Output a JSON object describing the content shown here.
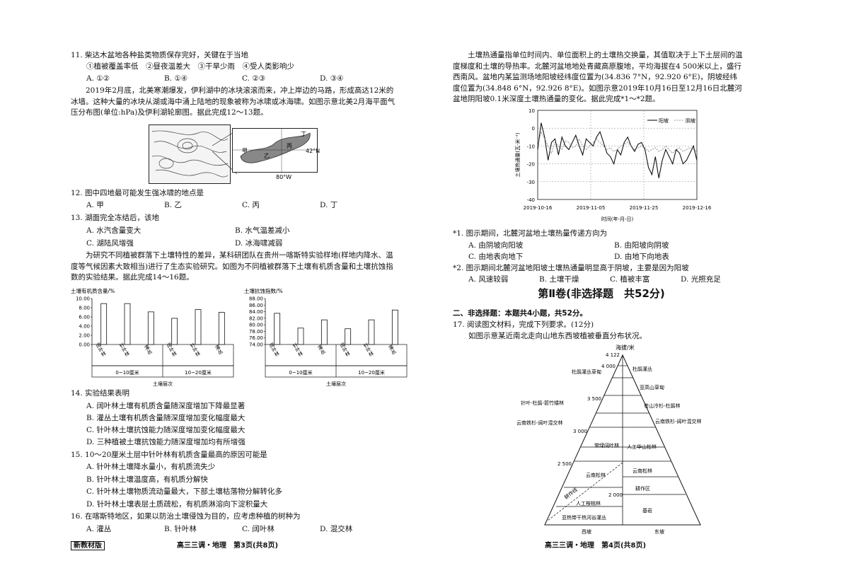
{
  "left": {
    "q11": {
      "stem": "11. 柴达木盆地各种盐类物质保存完好，关键在于当地",
      "items": "①植被覆盖率低　②昼夜温差大　③干旱少雨　④受人类影响少",
      "options": [
        "A. ①②",
        "B. ①④",
        "C. ②③",
        "D. ③④"
      ]
    },
    "intro12": "2019年2月底，北美寒潮爆发，伊利湖中的冰块滚滚而来，冲上岸边的马路，形成高达12米的冰墙。这种大量的冰块从湖或海中涌上陆地的现象被称为冰啸或冰海啸。如图示意北美2月海平面气压分布图(单位:hPa)及伊利湖轮廓图。据此完成12～13题。",
    "map": {
      "lat": "42°N",
      "lon": "80°W",
      "labels": [
        "甲",
        "乙",
        "丙",
        "丁"
      ]
    },
    "q12": {
      "stem": "12. 图中四地最可能发生强冰啸的地点是",
      "options": [
        "A. 甲",
        "B. 乙",
        "C. 丙",
        "D. 丁"
      ]
    },
    "q13": {
      "stem": "13. 湖面完全冻结后，该地",
      "options": [
        "A. 水汽含量变大",
        "B. 水气温差减小",
        "C. 湖陆风增强",
        "D. 冰海啸减弱"
      ]
    },
    "intro14": "为研究不同植被群落下土壤特性的差异，某科研团队在贵州一喀斯特实验样地(样地内降水、温度等气候因素大致相当)进行了生态实验研究。如图为不同植被群落下土壤有机质含量和土壤抗蚀指数的实验结果。据此完成14～16题。",
    "q14": {
      "stem": "14. 实验结果表明",
      "options": [
        "A. 阔叶林土壤有机质含量随深度增加下降最显著",
        "B. 灌丛土壤有机质含量随深度增加变化幅度最大",
        "C. 针叶林土壤抗蚀能力随深度增加变化幅度最大",
        "D. 三种植被土壤抗蚀能力随深度增加均有所增强"
      ]
    },
    "q15": {
      "stem": "15. 10～20厘米土层中针叶林有机质含量最高的原因可能是",
      "options": [
        "A. 针叶林土壤降水量小，有机质流失少",
        "B. 针叶林土壤温度高，有机质分解快",
        "C. 针叶林土壤物质流动量最大，下部土壤枯落物分解转化多",
        "D. 针叶林土壤表层土质疏松，有机质淋溶向下淀积量大"
      ]
    },
    "q16": {
      "stem": "16. 在喀斯特地区，如果以防治土壤侵蚀为目的，应考虑种植的树种为",
      "options": [
        "A. 灌丛",
        "B. 针叶林",
        "C. 阔叶林",
        "D. 混交林"
      ]
    },
    "footer_badge": "新教材版",
    "footer": "高三三调・地理　第3页(共8页)"
  },
  "chart_data": [
    {
      "type": "bar",
      "title": "土壤有机质含量/%",
      "categories": [
        "阔叶林",
        "针叶林",
        "灌丛",
        "阔叶林",
        "针叶林",
        "灌丛"
      ],
      "groups": [
        "0~10厘米",
        "10~20厘米"
      ],
      "values": [
        8.9,
        8.9,
        7.1,
        5.7,
        7.6,
        7.0
      ],
      "xlabel": "土壤层次",
      "ylim": [
        0,
        10
      ],
      "yticks": [
        "10.00",
        "8.00",
        "6.00",
        "4.00",
        "2.00",
        "0.00"
      ]
    },
    {
      "type": "bar",
      "title": "土壤抗蚀指数/%",
      "categories": [
        "阔叶林",
        "针叶林",
        "灌丛",
        "阔叶林",
        "针叶林",
        "灌丛"
      ],
      "groups": [
        "0~10厘米",
        "10~20厘米"
      ],
      "values": [
        83.5,
        79.0,
        81.5,
        78.8,
        81.5,
        84.5
      ],
      "xlabel": "土壤层次",
      "ylim": [
        74,
        88
      ],
      "yticks": [
        "88.00",
        "86.00",
        "84.00",
        "82.00",
        "80.00",
        "78.00",
        "76.00",
        "74.00"
      ]
    },
    {
      "type": "line",
      "ylabel": "土壤热通量(瓦·米⁻²)",
      "xlabel": "时间(年-月-日)",
      "ylim": [
        -40,
        10
      ],
      "yticks": [
        "10",
        "0",
        "-10",
        "-20",
        "-30",
        "-40"
      ],
      "xticks": [
        "2019-10-16",
        "2019-11-05",
        "2019-11-25",
        "2019-12-16"
      ],
      "legend": [
        "阳坡",
        "阴坡"
      ],
      "series": [
        {
          "name": "阳坡",
          "values": [
            -12,
            3,
            -5,
            -18,
            -8,
            -6,
            -15,
            -5,
            -10,
            -12,
            -8,
            -4,
            -10,
            -15,
            -6,
            -8,
            -10,
            -5,
            -2,
            -8,
            -14,
            -16,
            -20,
            -12,
            -15,
            -8,
            -5,
            -10,
            -13,
            -9,
            -8,
            -12,
            -22,
            -26,
            -16,
            -28,
            -18,
            -12,
            -16,
            -20,
            -12,
            -14,
            -20,
            -18,
            -14,
            -10,
            -18
          ]
        },
        {
          "name": "阴坡",
          "values": [
            -10,
            -2,
            -6,
            -10,
            -14,
            -8,
            -10,
            -12,
            -7,
            -8,
            -11,
            -10,
            -6,
            -10,
            -12,
            -10,
            -8,
            -6,
            -8,
            -10,
            -12,
            -11,
            -13,
            -12,
            -10,
            -9,
            -8,
            -10,
            -12,
            -11,
            -10,
            -11,
            -13,
            -12,
            -11,
            -13,
            -12,
            -10,
            -12,
            -14,
            -12,
            -11,
            -13,
            -12,
            -11,
            -12,
            -13
          ]
        }
      ]
    }
  ],
  "right": {
    "intro": "土壤热通量指单位时间内、单位面积上的土壤热交换量，其值取决于上下土层间的温度梯度和土壤的导热率。北麓河盆地地处青藏高原腹地，平均海拔在4 500米以上，盛行西南风。盆地内某监测场地阳坡经纬度位置为(34.836 7°N，92.920 6°E)，阴坡经纬度位置为(34.848 6°N，92.926 8°E)。如图示意2019年10月16日至12月16日北麓河盆地阴阳坡0.1米深度土壤热通量的变化。据此完成*1～*2题。",
    "q1": {
      "stem": "*1. 图示期间，北麓河盆地土壤热量传递方向为",
      "options": [
        "A. 由阴坡向阳坡",
        "B. 由阳坡向阴坡",
        "C. 由地表向地下",
        "D. 由地下向地表"
      ]
    },
    "q2": {
      "stem": "*2. 图示期间北麓河盆地阳坡土壤热通量明显高于阴坡，主要是因为阳坡",
      "options": [
        "A. 风速较弱",
        "B. 土壤干燥",
        "C. 植被丰富",
        "D. 光照充足"
      ]
    },
    "part2_title": "第Ⅱ卷(非选择题　共52分)",
    "section": "二、非选择题：本题共4小题，共52分。",
    "q17": "17. 阅读图文材料，完成下列要求。(12分)",
    "q17_desc": "如图示意某近南北走向山地东西坡植被垂直分布状况。",
    "mountain": {
      "axis_title": "海拔/米",
      "elevations": [
        "4 122",
        "4 000",
        "3 500",
        "3 000",
        "2 500",
        "2 000"
      ],
      "west_labels": [
        "杜鹃灌丛草甸",
        "针叶-杜鹃-箭竹矮林",
        "云南铁杉-阔叶混交林",
        "常绿阔叶林",
        "云南松林",
        "耕作线",
        "人工桉桃林",
        "亚热带干热河谷灌丛"
      ],
      "east_labels": [
        "杜鹃灌丛",
        "亚高山草甸",
        "苍山冷杉-杜鹃林",
        "云南铁杉-阔叶混交林",
        "人工华山松林",
        "云南松林",
        "耕作区",
        "基岩"
      ],
      "west": "西坡",
      "east": "东坡"
    },
    "footer": "高三三调・地理　第4页(共8页)"
  }
}
